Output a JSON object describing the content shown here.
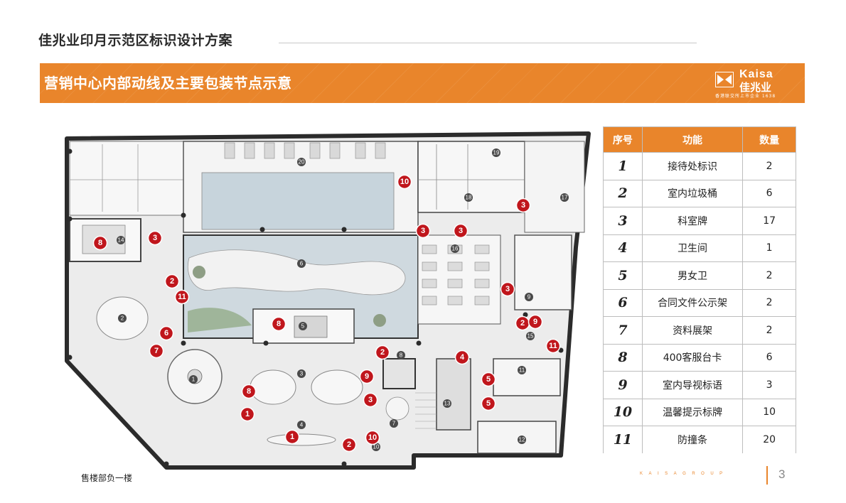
{
  "header": {
    "title": "佳兆业印月示范区标识设计方案",
    "banner_title": "营销中心内部动线及主要包装节点示意"
  },
  "logo": {
    "name_en": "Kaisa",
    "name_cn": "佳兆业",
    "tagline": "香港联交所上市企业 1638"
  },
  "plan": {
    "caption": "售楼部负一楼",
    "room_numbers": [
      "1",
      "2",
      "3",
      "4",
      "5",
      "6",
      "7",
      "8",
      "9",
      "10",
      "11",
      "12",
      "13",
      "14",
      "15",
      "16",
      "17",
      "18",
      "19",
      "20"
    ],
    "nodes": [
      {
        "num": "1"
      },
      {
        "num": "1"
      },
      {
        "num": "2"
      },
      {
        "num": "2"
      },
      {
        "num": "2"
      },
      {
        "num": "2"
      },
      {
        "num": "3"
      },
      {
        "num": "3"
      },
      {
        "num": "3"
      },
      {
        "num": "3"
      },
      {
        "num": "3"
      },
      {
        "num": "3"
      },
      {
        "num": "4"
      },
      {
        "num": "5"
      },
      {
        "num": "5"
      },
      {
        "num": "6"
      },
      {
        "num": "7"
      },
      {
        "num": "8"
      },
      {
        "num": "8"
      },
      {
        "num": "8"
      },
      {
        "num": "9"
      },
      {
        "num": "9"
      },
      {
        "num": "10"
      },
      {
        "num": "10"
      },
      {
        "num": "11"
      },
      {
        "num": "11"
      }
    ]
  },
  "legend": {
    "headers": {
      "num": "序号",
      "func": "功能",
      "qty": "数量"
    },
    "rows": [
      {
        "num": "1",
        "func": "接待处标识",
        "qty": "2"
      },
      {
        "num": "2",
        "func": "室内垃圾桶",
        "qty": "6"
      },
      {
        "num": "3",
        "func": "科室牌",
        "qty": "17"
      },
      {
        "num": "4",
        "func": "卫生间",
        "qty": "1"
      },
      {
        "num": "5",
        "func": "男女卫",
        "qty": "2"
      },
      {
        "num": "6",
        "func": "合同文件公示架",
        "qty": "2"
      },
      {
        "num": "7",
        "func": "资料展架",
        "qty": "2"
      },
      {
        "num": "8",
        "func": "400客服台卡",
        "qty": "6"
      },
      {
        "num": "9",
        "func": "室内导视标语",
        "qty": "3"
      },
      {
        "num": "10",
        "func": "温馨提示标牌",
        "qty": "10"
      },
      {
        "num": "11",
        "func": "防撞条",
        "qty": "20"
      }
    ]
  },
  "footer": {
    "brand": "KAISAGROUP",
    "page": "3"
  },
  "colors": {
    "accent": "#e9852b",
    "marker": "#c0161c"
  }
}
